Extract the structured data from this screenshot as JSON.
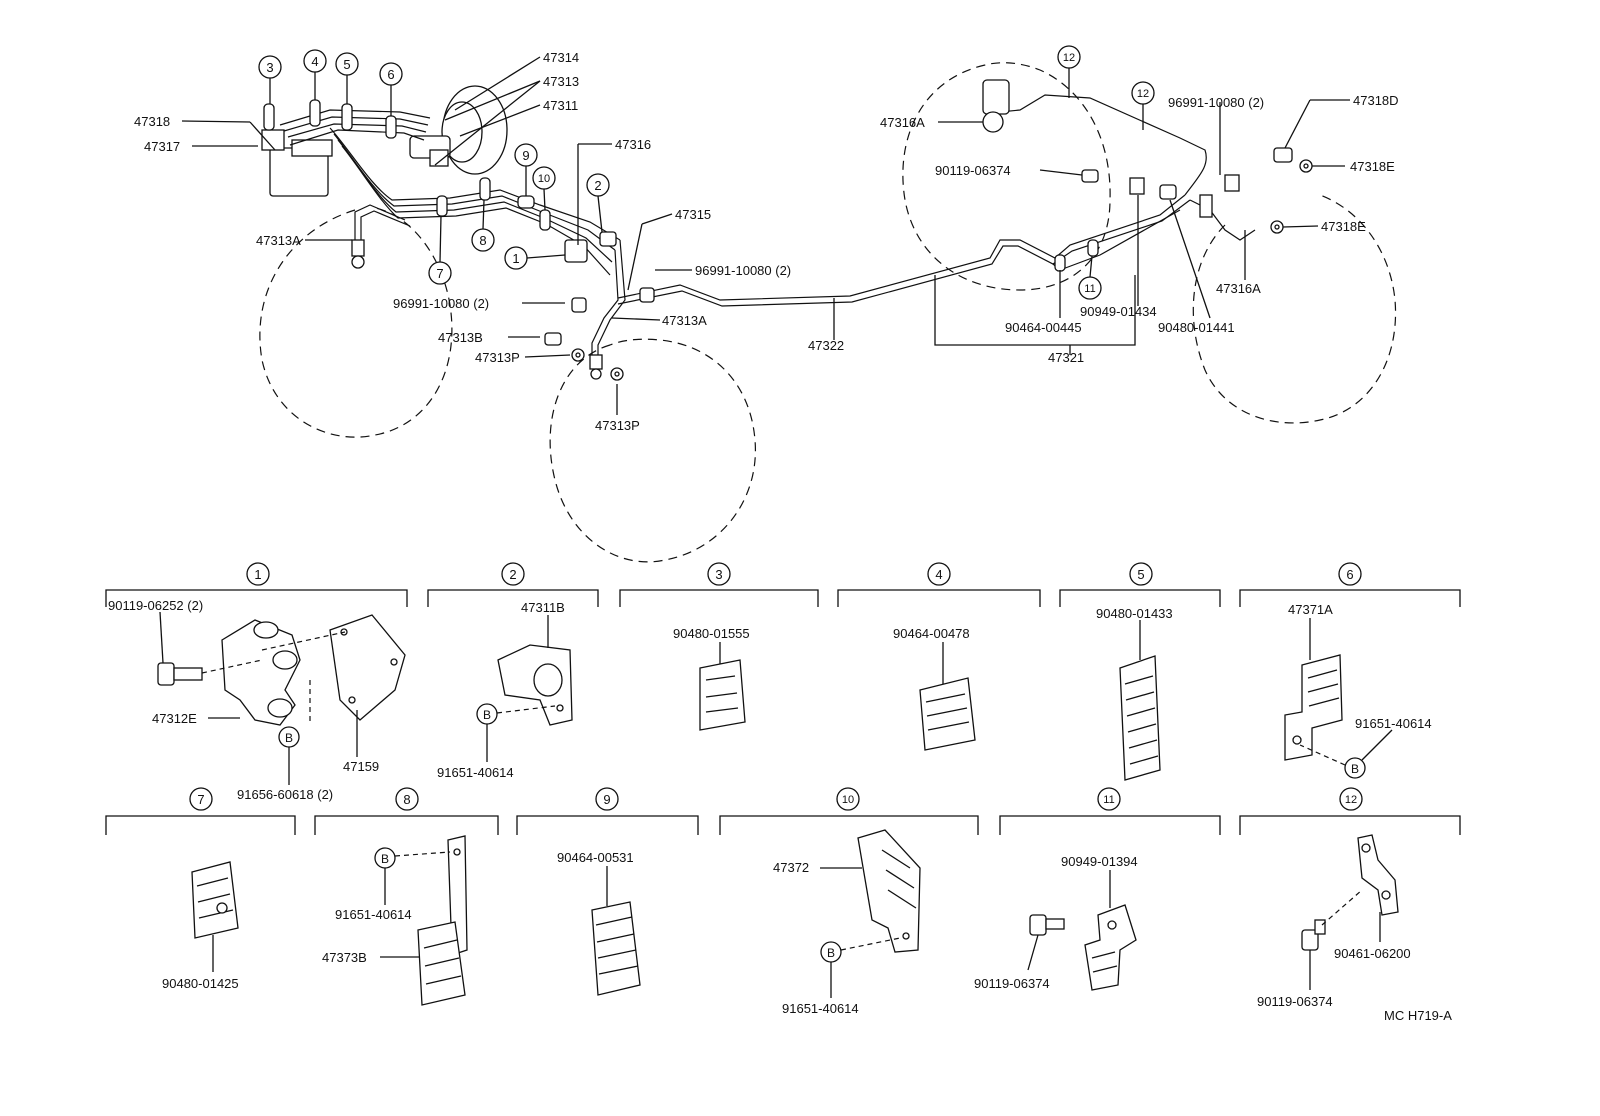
{
  "diagram": {
    "main_labels": {
      "p47314": "47314",
      "p47313": "47313",
      "p47311": "47311",
      "p47318": "47318",
      "p47317": "47317",
      "p47316": "47316",
      "p47315": "47315",
      "p47313A_left": "47313A",
      "clip_right": "96991-10080 (2)",
      "clip_left": "96991-10080 (2)",
      "p47313A_mid": "47313A",
      "p47313B": "47313B",
      "p47313P_left": "47313P",
      "p47313P_bottom": "47313P",
      "p47322": "47322",
      "p47316A_top": "47316A",
      "p90119_06374": "90119-06374",
      "clip_top_right": "96991-10080 (2)",
      "p47318D": "47318D",
      "p47318E_top": "47318E",
      "p47318E_bottom": "47318E",
      "p47316A_right": "47316A",
      "p90949_01434": "90949-01434",
      "p90464_00445": "90464-00445",
      "p90480_01441": "90480-01441",
      "p47321": "47321"
    },
    "callouts": {
      "c1": "1",
      "c2": "2",
      "c3": "3",
      "c4": "4",
      "c5": "5",
      "c6": "6",
      "c7": "7",
      "c8": "8",
      "c9": "9",
      "c10": "10",
      "c11": "11",
      "c12a": "12",
      "c12b": "12"
    },
    "panels": {
      "d1": {
        "num": "1",
        "labels": [
          "90119-06252 (2)",
          "47312E",
          "91656-60618 (2)",
          "47159"
        ],
        "b": "B"
      },
      "d2": {
        "num": "2",
        "labels": [
          "47311B",
          "91651-40614"
        ],
        "b": "B"
      },
      "d3": {
        "num": "3",
        "labels": [
          "90480-01555"
        ]
      },
      "d4": {
        "num": "4",
        "labels": [
          "90464-00478"
        ]
      },
      "d5": {
        "num": "5",
        "labels": [
          "90480-01433"
        ]
      },
      "d6": {
        "num": "6",
        "labels": [
          "47371A",
          "91651-40614"
        ],
        "b": "B"
      },
      "d7": {
        "num": "7",
        "labels": [
          "90480-01425"
        ]
      },
      "d8": {
        "num": "8",
        "labels": [
          "91651-40614",
          "47373B"
        ],
        "b": "B"
      },
      "d9": {
        "num": "9",
        "labels": [
          "90464-00531"
        ]
      },
      "d10": {
        "num": "10",
        "labels": [
          "47372",
          "91651-40614"
        ],
        "b": "B"
      },
      "d11": {
        "num": "11",
        "labels": [
          "90949-01394",
          "90119-06374"
        ]
      },
      "d12": {
        "num": "12",
        "labels": [
          "90461-06200",
          "90119-06374"
        ]
      }
    },
    "code": "MC  H719-A"
  }
}
